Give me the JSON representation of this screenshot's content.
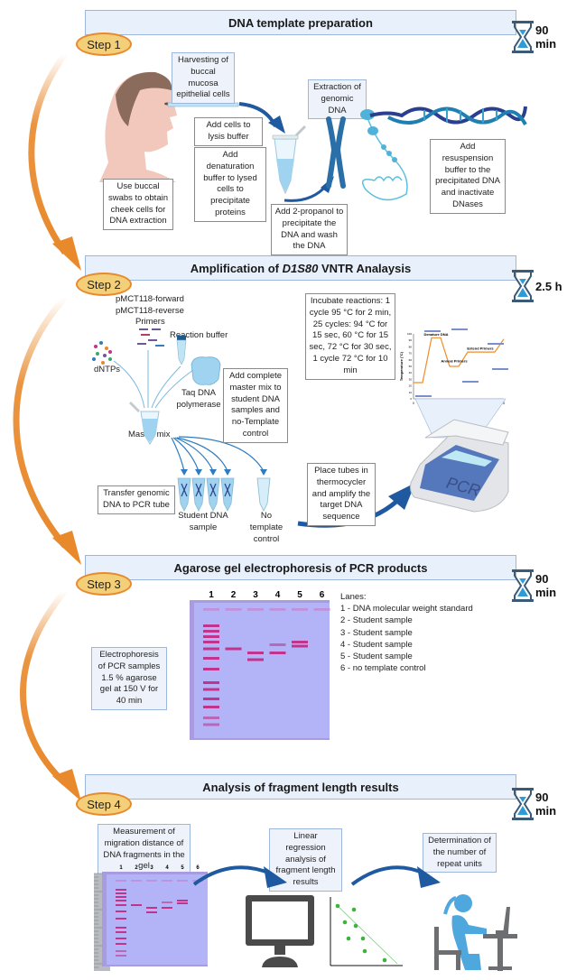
{
  "steps": [
    {
      "badge": "Step 1",
      "title": "DNA template preparation",
      "duration": "90 min",
      "notes": {
        "harvest": "Harvesting of buccal mucosa epithelial cells",
        "swabs": "Use buccal swabs to obtain cheek cells for DNA extraction",
        "lysis": "Add cells to lysis buffer",
        "denature": "Add denaturation buffer to lysed cells to precipitate proteins",
        "extraction": "Extraction of genomic DNA",
        "propanol": "Add 2-propanol to precipitate the DNA and wash the DNA",
        "resuspension": "Add resuspension buffer to the precipitated DNA and inactivate DNases"
      }
    },
    {
      "badge": "Step 2",
      "title_prefix": "Amplification of ",
      "title_italic": "D1S80",
      "title_suffix": " VNTR Analaysis",
      "duration": "2.5 h",
      "labels": {
        "primer_forward": "pMCT118-forward",
        "primer_reverse": "pMCT118-reverse",
        "primers": "Primers",
        "reaction_buffer": "Reaction buffer",
        "dntps": "dNTPs",
        "taq": "Taq DNA polymerase",
        "master_mix": "Master mix",
        "student_sample": "Student DNA sample",
        "no_template": "No template control",
        "pcr_device": "PCR"
      },
      "notes": {
        "incubate": "Incubate reactions: 1 cycle 95 °C for 2 min, 25 cycles: 94 °C for 15 sec, 60 °C for 15 sec, 72 °C for 30 sec, 1 cycle 72 °C for 10 min",
        "add_master_mix": "Add complete master mix to student DNA samples and no-Template control",
        "transfer": "Transfer genomic DNA to PCR tube",
        "thermocycler": "Place tubes in thermocycler and amplify the target DNA sequence"
      },
      "pcr_profile": {
        "ylabel": "Temperature (°C)",
        "xlabel": "Time",
        "annotations": [
          "Denature DNA",
          "Anneal Primers",
          "Extend Primers"
        ],
        "x_ticks": [
          "0",
          "1",
          "2",
          "3",
          "4",
          "5"
        ],
        "y_ticks": [
          "0",
          "10",
          "20",
          "30",
          "40",
          "50",
          "60",
          "70",
          "80",
          "90",
          "100"
        ],
        "points": [
          [
            0,
            25
          ],
          [
            0.5,
            25
          ],
          [
            1,
            94
          ],
          [
            1.5,
            94
          ],
          [
            2,
            50
          ],
          [
            2.5,
            50
          ],
          [
            3,
            72
          ],
          [
            4.5,
            72
          ],
          [
            5,
            92
          ]
        ]
      }
    },
    {
      "badge": "Step 3",
      "title": "Agarose gel electrophoresis of PCR products",
      "duration": "90 min",
      "notes": {
        "electrophoresis": "Electrophoresis of PCR samples 1.5 % agarose gel at 150 V for 40 min"
      },
      "lane_numbers": [
        "1",
        "2",
        "3",
        "4",
        "5",
        "6"
      ],
      "lanes_title": "Lanes:",
      "lanes": [
        "1 - DNA molecular weight standard",
        "2 - Student sample",
        "3 - Student sample",
        "4 - Student sample",
        "5 - Student sample",
        "6 - no template control"
      ]
    },
    {
      "badge": "Step 4",
      "title": "Analysis of fragment length results",
      "duration": "90 min",
      "notes": {
        "measurement": "Measurement of migration distance of DNA fragments in the gel",
        "regression": "Linear regression analysis of fragment length results",
        "repeat_units": "Determination of the number of repeat units"
      },
      "lane_numbers": [
        "1",
        "2",
        "3",
        "4",
        "5",
        "6"
      ]
    }
  ],
  "colors": {
    "orange_arrow": "#e8892c",
    "badge_fill": "#f4cf79",
    "header_fill": "#e8f0fb",
    "header_border": "#9db6dc",
    "blue_arrow": "#1f5aa0",
    "gel": "#b3b4f7",
    "band": "#c0348c",
    "hourglass": "#3a5a78",
    "sand": "#2e9bd6"
  }
}
